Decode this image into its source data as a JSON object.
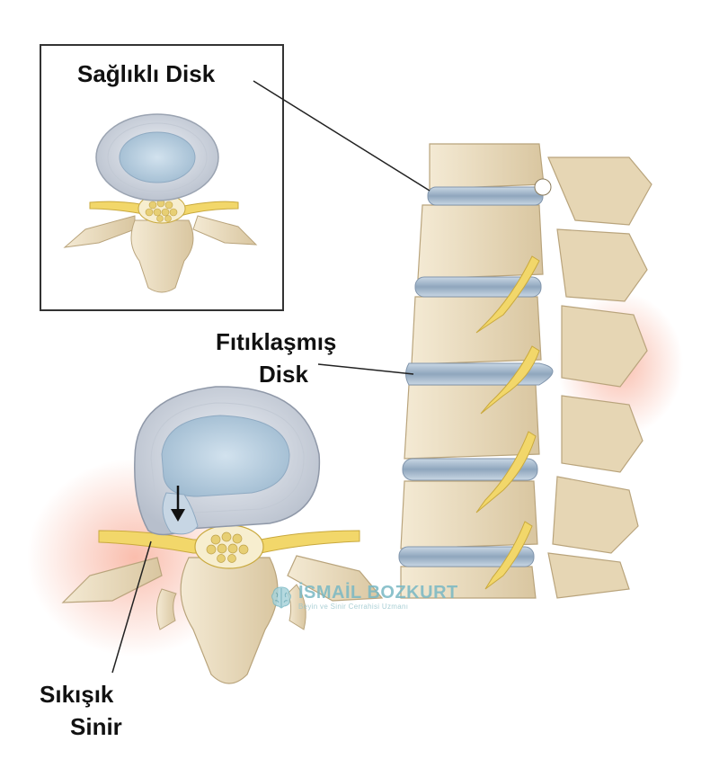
{
  "labels": {
    "healthy_disc": "Sağlıklı Disk",
    "herniated_disc_line1": "Fıtıklaşmış",
    "herniated_disc_line2": "Disk",
    "compressed_nerve_line1": "Sıkışık",
    "compressed_nerve_line2": "Sinir"
  },
  "watermark": {
    "name": "İSMAİL BOZKURT",
    "subtitle": "Beyin ve Sinir Cerrahisi Uzmanı",
    "icon": "brain-icon"
  },
  "colors": {
    "bone": "#e9dcc0",
    "bone_shadow": "#c9b48e",
    "disc_outer": "#d8dde6",
    "disc_nucleus": "#b9cfe0",
    "nerve": "#f2d76a",
    "inflammation": "#f5a48c",
    "inset_border": "#333333"
  }
}
